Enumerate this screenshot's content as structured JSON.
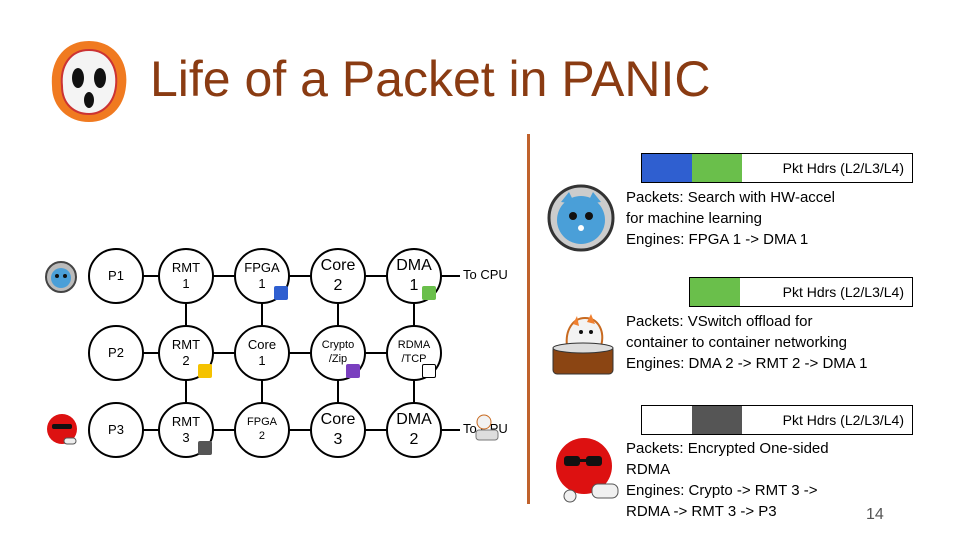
{
  "title": "Life of a Packet in PANIC",
  "rows": [
    {
      "port": "P1",
      "nodes": [
        "RMT\n1",
        "FPGA\n1",
        "Core\n2",
        "DMA\n1"
      ],
      "sink": "To CPU"
    },
    {
      "port": "P2",
      "nodes": [
        "RMT\n2",
        "Core\n1",
        "Crypto\n/Zip",
        "RDMA\n/TCP"
      ],
      "sink": ""
    },
    {
      "port": "P3",
      "nodes": [
        "RMT\n3",
        "FPGA\n2",
        "Core\n3",
        "DMA\n2"
      ],
      "sink": "To CPU"
    }
  ],
  "markers": {
    "blue": "#2f5fd0",
    "yellow": "#f5c200",
    "purple": "#7a3fbf",
    "white": "#ffffff",
    "gray": "#555555",
    "green": "#6abf4b"
  },
  "scenarios": [
    {
      "header_label": "Pkt Hdrs (L2/L3/L4)",
      "segments": [
        "#2f5fd0",
        "#6abf4b"
      ],
      "lines": [
        "Packets: Search with HW-accel",
        "for machine learning",
        "Engines: FPGA 1 -> DMA 1"
      ],
      "avatar": "astronaut-cat-icon"
    },
    {
      "header_label": "Pkt Hdrs (L2/L3/L4)",
      "segments": [
        "#ffffff",
        "#6abf4b"
      ],
      "lines": [
        "Packets: VSwitch offload  for",
        "container to container networking",
        "Engines: DMA 2 -> RMT 2 -> DMA 1"
      ],
      "avatar": "drummer-cat-icon"
    },
    {
      "header_label": "Pkt Hdrs (L2/L3/L4)",
      "segments": [
        "#ffffff",
        "#555555"
      ],
      "lines": [
        "Packets: Encrypted One-sided",
        "RDMA",
        "Engines: Crypto -> RMT 3 ->",
        "RDMA -> RMT 3 -> P3"
      ],
      "avatar": "red-ball-sunglasses-icon"
    }
  ],
  "page_number": "14",
  "accent": "#8a3b12"
}
